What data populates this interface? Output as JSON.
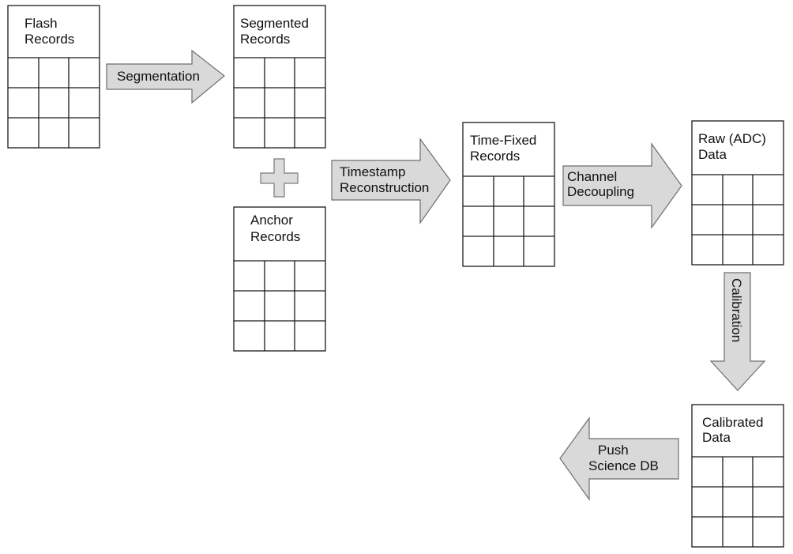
{
  "boxes": {
    "flash": {
      "line1": "Flash",
      "line2": "Records"
    },
    "segmented": {
      "line1": "Segmented",
      "line2": "Records"
    },
    "anchor": {
      "line1": "Anchor",
      "line2": "Records"
    },
    "time_fixed": {
      "line1": "Time-Fixed",
      "line2": "Records"
    },
    "raw": {
      "line1": "Raw (ADC)",
      "line2": "Data"
    },
    "calibrated": {
      "line1": "Calibrated",
      "line2": "Data"
    }
  },
  "arrows": {
    "segmentation": {
      "line1": "Segmentation"
    },
    "timestamp": {
      "line1": "Timestamp",
      "line2": "Reconstruction"
    },
    "channel": {
      "line1": "Channel",
      "line2": "Decoupling"
    },
    "calibration": {
      "line1": "Calibration"
    },
    "push": {
      "line1": "Push",
      "line2": "Science DB"
    }
  },
  "colors": {
    "arrow_fill": "#d9d9d9",
    "arrow_stroke": "#6e6e6e",
    "box_stroke": "#1a1a1a",
    "plus_fill": "#dcdcdc",
    "plus_stroke": "#7a7a7a"
  }
}
